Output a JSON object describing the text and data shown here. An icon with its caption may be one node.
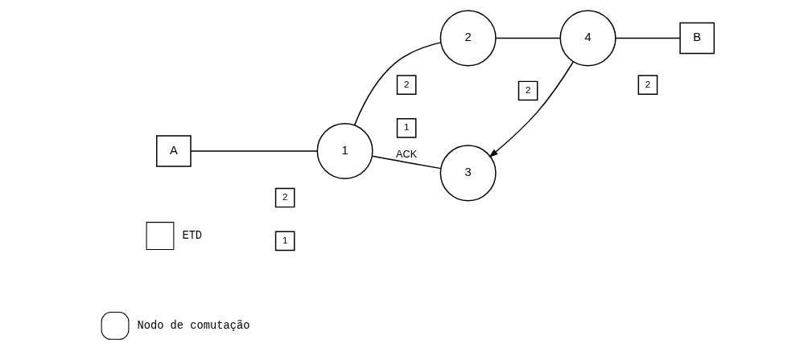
{
  "diagram": {
    "nodes": [
      {
        "text": [
          "A"
        ]
      },
      {
        "text": [
          "1"
        ]
      },
      {
        "text": [
          "2"
        ]
      },
      {
        "text": [
          "3"
        ]
      },
      {
        "text": [
          "4"
        ]
      },
      {
        "text": [
          "B"
        ]
      },
      {
        "text": [
          "2"
        ]
      },
      {
        "text": [
          "1"
        ]
      },
      {
        "text": [
          "2"
        ]
      },
      {
        "text": [
          "1"
        ]
      },
      {
        "text": [
          "2"
        ]
      },
      {
        "text": [
          "2"
        ]
      }
    ],
    "edges": [
      {
        "from": 0,
        "to": 1,
        "arrow": "none"
      },
      {
        "from": 1,
        "to": 2,
        "arrow": "none"
      },
      {
        "from": 1,
        "to": 3,
        "arrow": "none",
        "label": "ACK"
      },
      {
        "from": 2,
        "to": 4,
        "arrow": "none"
      },
      {
        "from": 4,
        "to": 3,
        "arrow": "to"
      },
      {
        "from": 4,
        "to": 5,
        "arrow": "none"
      }
    ],
    "legend": [
      {
        "text": "ETD"
      },
      {
        "text": "Nodo de comutação"
      }
    ]
  }
}
